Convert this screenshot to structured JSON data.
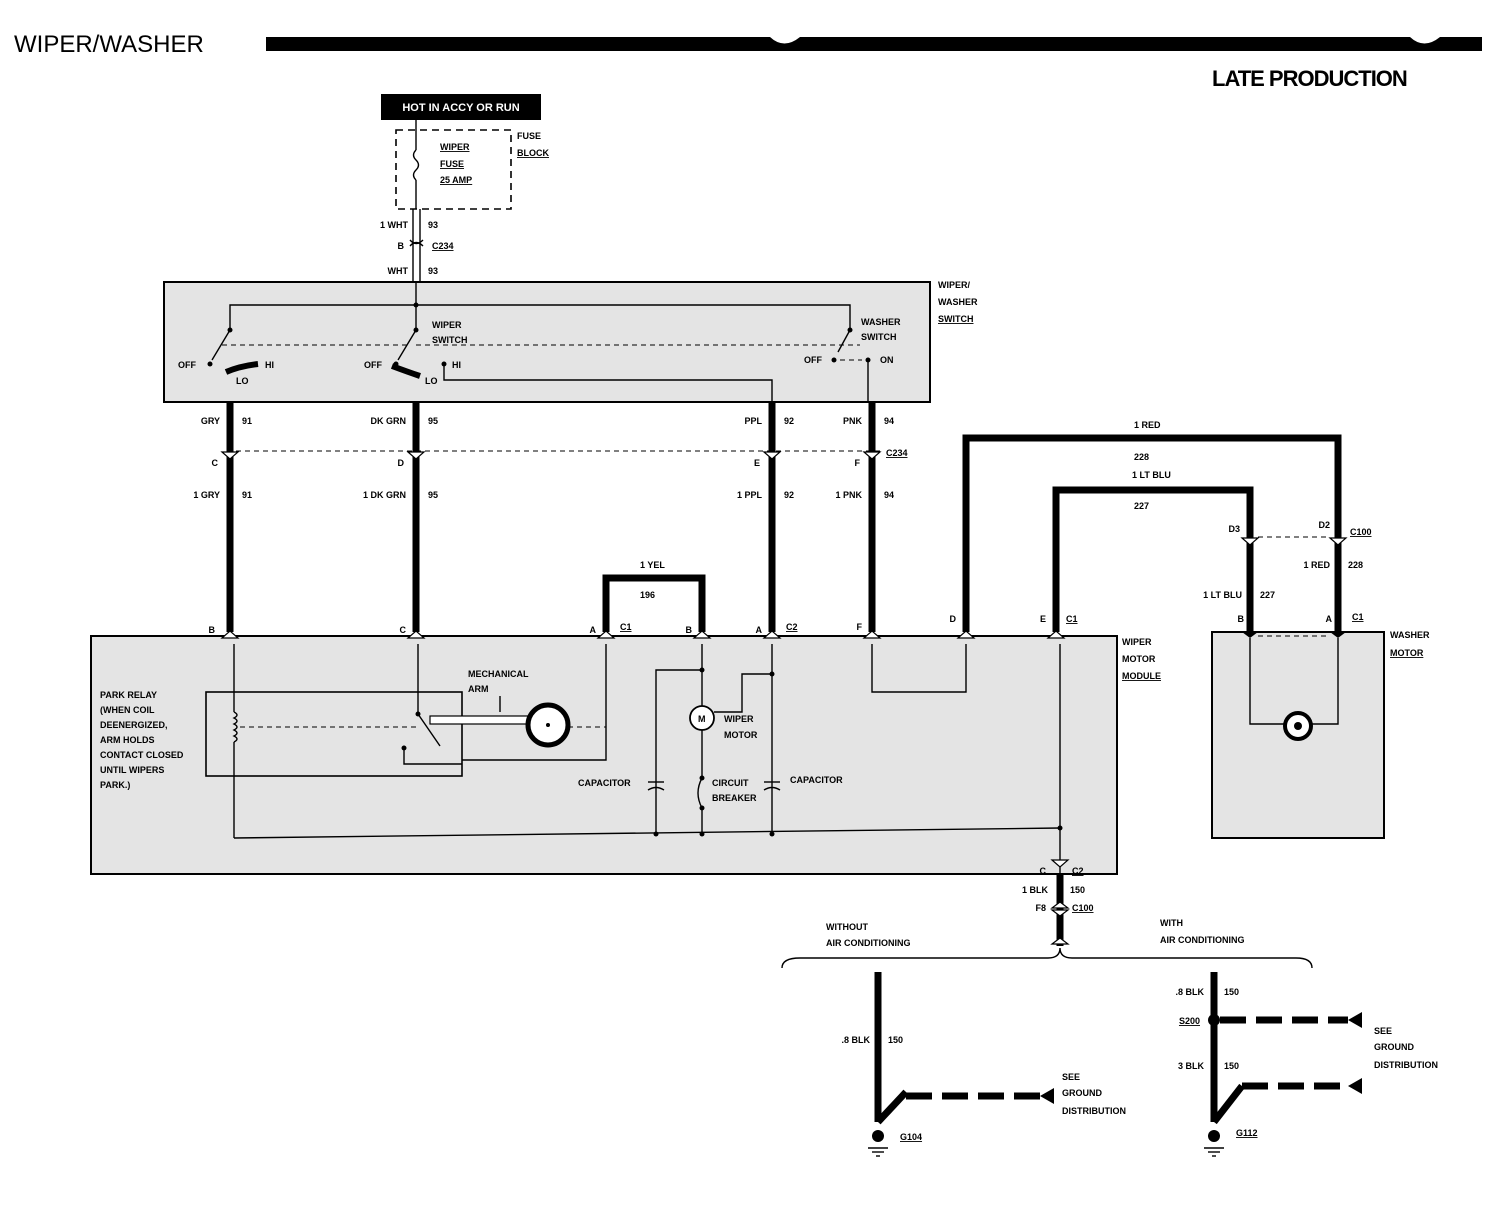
{
  "title": "WIPER/WASHER",
  "subtitle": "LATE PRODUCTION",
  "power": {
    "label": "HOT IN ACCY OR RUN",
    "fuse_name": "WIPER",
    "fuse_word": "FUSE",
    "fuse_rating": "25 AMP",
    "fuse_block_line1": "FUSE",
    "fuse_block_line2": "BLOCK"
  },
  "feed": {
    "wire_top": "1 WHT",
    "circuit_top": "93",
    "pin": "B",
    "connector": "C234",
    "wire_bottom": "WHT",
    "circuit_bottom": "93"
  },
  "switch": {
    "title_line1": "WIPER/",
    "title_line2": "WASHER",
    "title_line3": "SWITCH",
    "wiper_switch_line1": "WIPER",
    "wiper_switch_line2": "SWITCH",
    "washer_switch_line1": "WASHER",
    "washer_switch_line2": "SWITCH",
    "off": "OFF",
    "hi": "HI",
    "lo": "LO",
    "on": "ON"
  },
  "switch_wires": {
    "gry_top": "GRY",
    "gry_circuit": "91",
    "gry_pin": "C",
    "gry_bottom": "1 GRY",
    "gry_bottom_circuit": "91",
    "dkgrn_top": "DK GRN",
    "dkgrn_circuit": "95",
    "dkgrn_pin": "D",
    "dkgrn_bottom": "1 DK GRN",
    "dkgrn_bottom_circuit": "95",
    "ppl_top": "PPL",
    "ppl_circuit": "92",
    "ppl_pin": "E",
    "ppl_bottom": "1 PPL",
    "ppl_bottom_circuit": "92",
    "pnk_top": "PNK",
    "pnk_circuit": "94",
    "pnk_pin": "F",
    "pnk_connector": "C234",
    "pnk_bottom": "1 PNK",
    "pnk_bottom_circuit": "94"
  },
  "yel_jumper": {
    "wire": "1 YEL",
    "circuit": "196"
  },
  "red_wire": {
    "top_wire": "1 RED",
    "top_circuit": "228",
    "pin": "D2",
    "connector": "C100",
    "bottom_wire": "1 RED",
    "bottom_circuit": "228"
  },
  "ltblu_wire": {
    "top_wire": "1 LT BLU",
    "top_circuit": "227",
    "pin": "D3",
    "bottom_wire": "1 LT BLU",
    "bottom_circuit": "227"
  },
  "module": {
    "title_line1": "WIPER",
    "title_line2": "MOTOR",
    "title_line3": "MODULE",
    "pin_b": "B",
    "pin_c": "C",
    "pin_a": "A",
    "c1": "C1",
    "pin_b2": "B",
    "pin_a2": "A",
    "c2": "C2",
    "pin_f": "F",
    "pin_d": "D",
    "pin_e": "E",
    "c1b": "C1",
    "park_relay_line1": "PARK RELAY",
    "park_relay_line2": "(WHEN COIL",
    "park_relay_line3": "DEENERGIZED,",
    "park_relay_line4": "ARM HOLDS",
    "park_relay_line5": "CONTACT CLOSED",
    "park_relay_line6": "UNTIL WIPERS",
    "park_relay_line7": "PARK.)",
    "mech_arm_line1": "MECHANICAL",
    "mech_arm_line2": "ARM",
    "motor_symbol": "M",
    "wiper_motor_line1": "WIPER",
    "wiper_motor_line2": "MOTOR",
    "capacitor_left": "CAPACITOR",
    "capacitor_right": "CAPACITOR",
    "breaker_line1": "CIRCUIT",
    "breaker_line2": "BREAKER"
  },
  "washer_motor": {
    "title_line1": "WASHER",
    "title_line2": "MOTOR",
    "pin_b": "B",
    "pin_a": "A",
    "connector": "C1"
  },
  "ground": {
    "pin_c": "C",
    "c2": "C2",
    "wire": "1 BLK",
    "circuit": "150",
    "pin_f8": "F8",
    "c100": "C100",
    "without_line1": "WITHOUT",
    "without_line2": "AIR CONDITIONING",
    "with_line1": "WITH",
    "with_line2": "AIR CONDITIONING",
    "left_wire": ".8 BLK",
    "left_circuit": "150",
    "see_line1": "SEE",
    "see_line2": "GROUND",
    "see_line3": "DISTRIBUTION",
    "g104": "G104",
    "right_wire_top": ".8 BLK",
    "right_circuit_top": "150",
    "splice": "S200",
    "right_wire_bottom": "3 BLK",
    "right_circuit_bottom": "150",
    "g112": "G112",
    "right_see_line1": "SEE",
    "right_see_line2": "GROUND",
    "right_see_line3": "DISTRIBUTION"
  }
}
